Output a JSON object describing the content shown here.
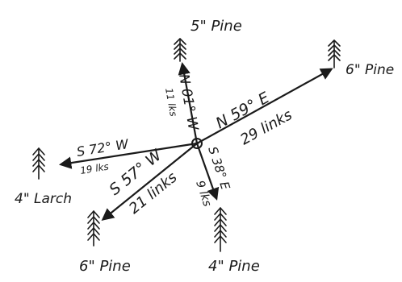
{
  "diagram": {
    "ink_color": "#1a1a1a",
    "background": "#ffffff",
    "center_marker": "double-circle",
    "trees": [
      {
        "id": "north",
        "label": "5\" Pine",
        "bearing": "N 01° W",
        "distance": "11 lks",
        "icon": "pine-tree-icon"
      },
      {
        "id": "ne",
        "label": "6\" Pine",
        "bearing": "N 59° E",
        "distance": "29 links",
        "icon": "pine-tree-icon"
      },
      {
        "id": "w",
        "label": "4\" Larch",
        "bearing": "S 72° W",
        "distance": "19 lks",
        "icon": "larch-tree-icon"
      },
      {
        "id": "sw",
        "label": "6\" Pine",
        "bearing": "S 57° W",
        "distance": "21 links",
        "icon": "pine-tree-icon"
      },
      {
        "id": "s",
        "label": "4\" Pine",
        "bearing": "S 38° E",
        "distance": "9 lks",
        "icon": "pine-tree-icon"
      }
    ]
  }
}
